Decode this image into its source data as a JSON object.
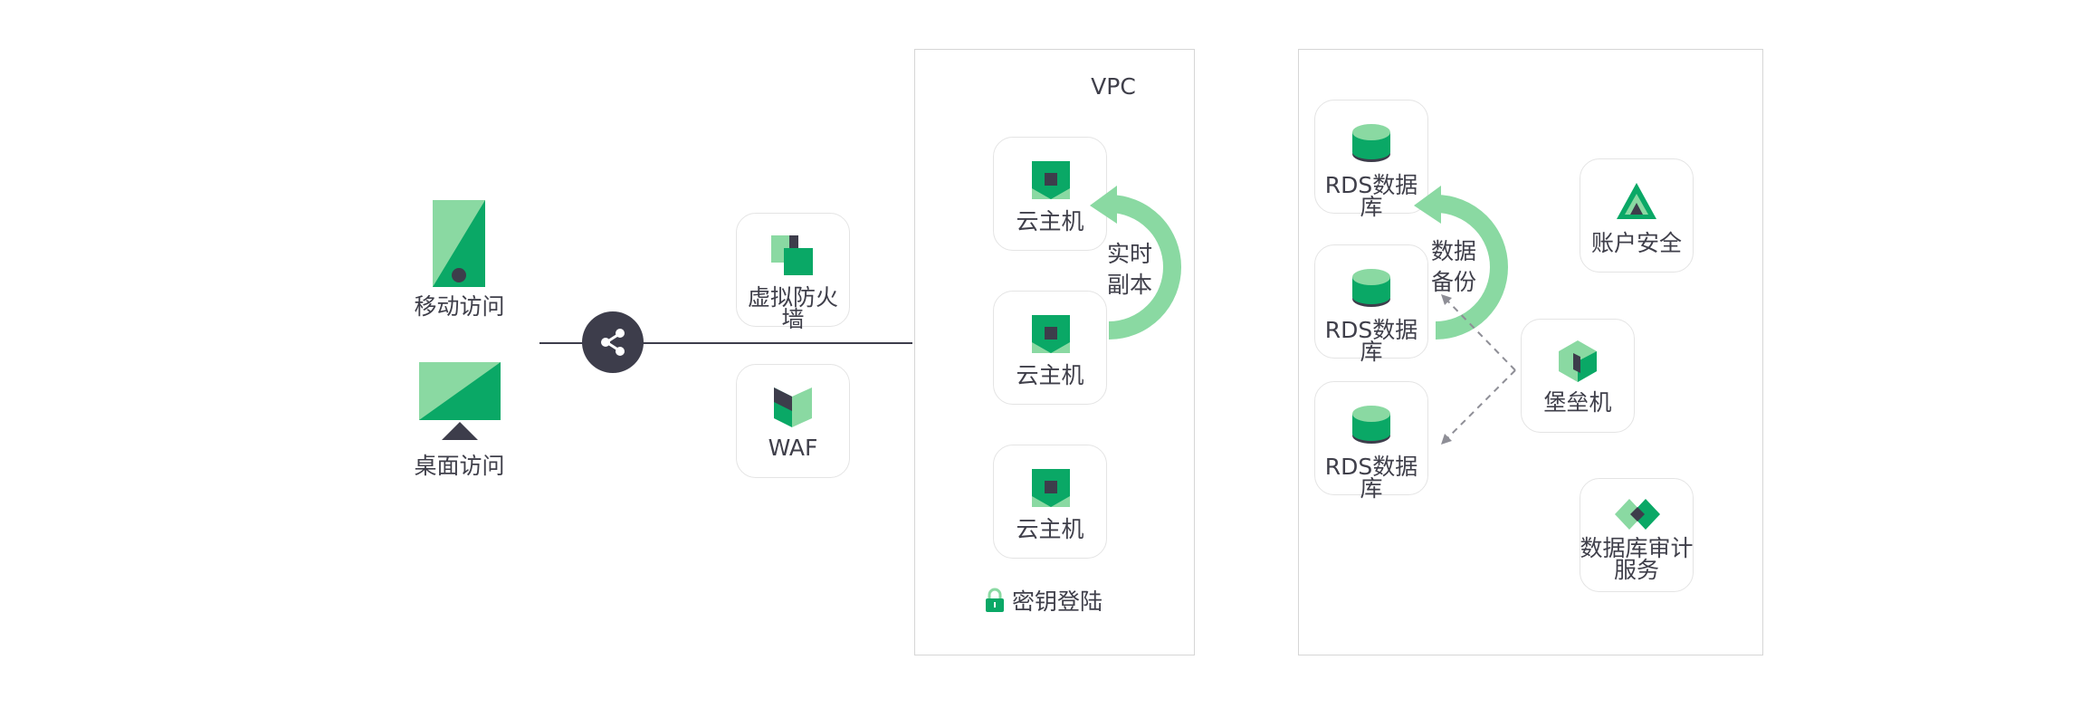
{
  "colors": {
    "green": "#0aa866",
    "light_green": "#8ad9a2",
    "dark": "#3d3d4b",
    "border": "#e4e4e4"
  },
  "access": {
    "mobile": {
      "label": "移动访问",
      "icon": "mobile-icon"
    },
    "desktop": {
      "label": "桌面访问",
      "icon": "monitor-icon"
    },
    "share_icon": "share-icon"
  },
  "security": {
    "vfw": {
      "label_line1": "虚拟防火",
      "label_line2": "墙",
      "icon": "virtual-firewall-icon"
    },
    "waf": {
      "label": "WAF",
      "icon": "waf-icon"
    }
  },
  "vpc": {
    "title": "VPC",
    "hosts": [
      {
        "label": "云主机"
      },
      {
        "label": "云主机"
      },
      {
        "label": "云主机"
      }
    ],
    "replica": {
      "line1": "实时",
      "line2": "副本"
    },
    "key_login": {
      "label": "密钥登陆",
      "icon": "lock-icon"
    }
  },
  "db_area": {
    "rds": [
      {
        "line1": "RDS数据",
        "line2": "库"
      },
      {
        "line1": "RDS数据",
        "line2": "库"
      },
      {
        "line1": "RDS数据",
        "line2": "库"
      }
    ],
    "backup": {
      "line1": "数据",
      "line2": "备份"
    },
    "account_security": {
      "label": "账户安全",
      "icon": "triangle-shield-icon"
    },
    "bastion": {
      "label": "堡垒机",
      "icon": "hexagon-cube-icon"
    },
    "audit": {
      "line1": "数据库审计",
      "line2": "服务",
      "icon": "diamond-audit-icon"
    }
  }
}
